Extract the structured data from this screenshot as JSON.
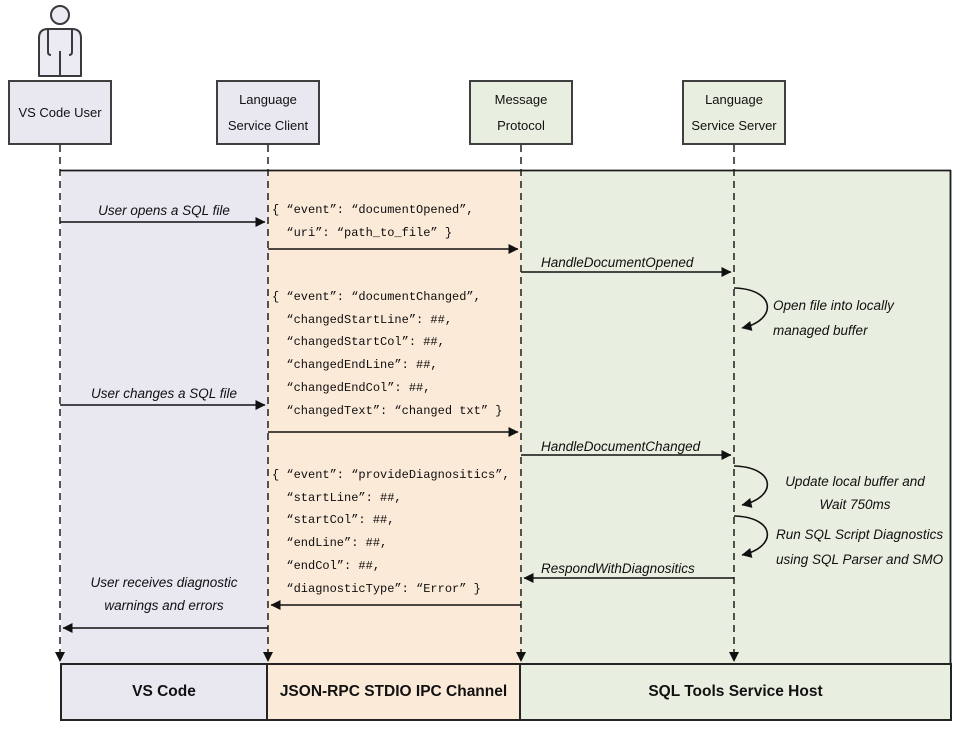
{
  "colors": {
    "lavender": "#e9e7f0",
    "peach": "#fcead9",
    "green": "#e8efe0",
    "line": "#1f1f1f",
    "boxborder": "#3f3f3f"
  },
  "header": {
    "user": "VS Code User",
    "client": [
      "Language",
      "Service Client"
    ],
    "protocol": [
      "Message",
      "Protocol"
    ],
    "server": [
      "Language",
      "Service Server"
    ]
  },
  "messages": {
    "open_label": "User opens a SQL file",
    "json_document_opened": [
      "{ “event”: “documentOpened”,",
      "  “uri”: “path_to_file” }"
    ],
    "handle_opened": "HandleDocumentOpened",
    "note_open_file": [
      "Open file into locally",
      "managed buffer"
    ],
    "json_document_changed": [
      "{ “event”: “documentChanged”,",
      "  “changedStartLine”: ##,",
      "  “changedStartCol”: ##,",
      "  “changedEndLine”: ##,",
      "  “changedEndCol”: ##,",
      "  “changedText”: “changed txt” }"
    ],
    "change_label": "User changes a SQL file",
    "handle_changed": "HandleDocumentChanged",
    "note_update_buffer": [
      "Update local buffer and",
      "Wait 750ms"
    ],
    "note_run_diagnostics": [
      "Run SQL Script Diagnostics",
      "using SQL Parser and SMO"
    ],
    "respond_label": "RespondWithDiagnositics",
    "json_provide_diagnostics": [
      "{ “event”: “provideDiagnositics”,",
      "  “startLine”: ##,",
      "  “startCol”: ##,",
      "  “endLine”: ##,",
      "  “endCol”: ##,",
      "  “diagnosticType”: “Error” }"
    ],
    "receive_label": [
      "User receives diagnostic",
      "warnings and errors"
    ]
  },
  "footer": {
    "vscode": "VS Code",
    "channel": "JSON-RPC STDIO IPC Channel",
    "host": "SQL Tools Service Host"
  }
}
